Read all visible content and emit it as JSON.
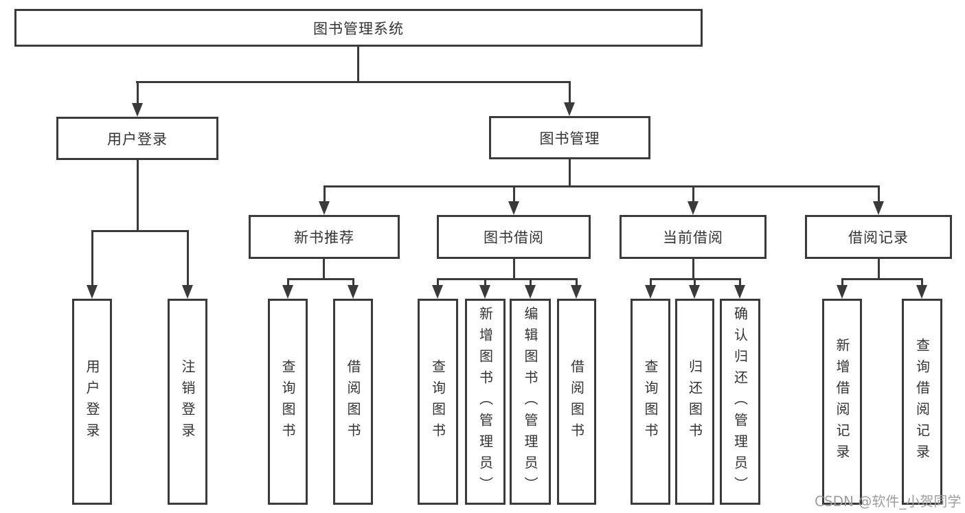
{
  "diagram": {
    "tree": {
      "label": "图书管理系统",
      "children": [
        {
          "label": "用户登录",
          "children": [
            {
              "label": "用户登录"
            },
            {
              "label": "注销登录"
            }
          ]
        },
        {
          "label": "图书管理",
          "children": [
            {
              "label": "新书推荐",
              "children": [
                {
                  "label": "查询图书"
                },
                {
                  "label": "借阅图书"
                }
              ]
            },
            {
              "label": "图书借阅",
              "children": [
                {
                  "label": "查询图书"
                },
                {
                  "label": "新增图书（管理员）"
                },
                {
                  "label": "编辑图书（管理员）"
                },
                {
                  "label": "借阅图书"
                }
              ]
            },
            {
              "label": "当前借阅",
              "children": [
                {
                  "label": "查询图书"
                },
                {
                  "label": "归还图书"
                },
                {
                  "label": "确认归还（管理员）"
                }
              ]
            },
            {
              "label": "借阅记录",
              "children": [
                {
                  "label": "新增借阅记录"
                },
                {
                  "label": "查询借阅记录"
                }
              ]
            }
          ]
        }
      ]
    }
  },
  "watermark": {
    "text": "CSDN @软件_小贺同学"
  },
  "colors": {
    "line": "#3a3a3a",
    "text": "#333333",
    "box_bg": "#ffffff",
    "watermark": "#9e9e9e",
    "background": "#ffffff"
  }
}
